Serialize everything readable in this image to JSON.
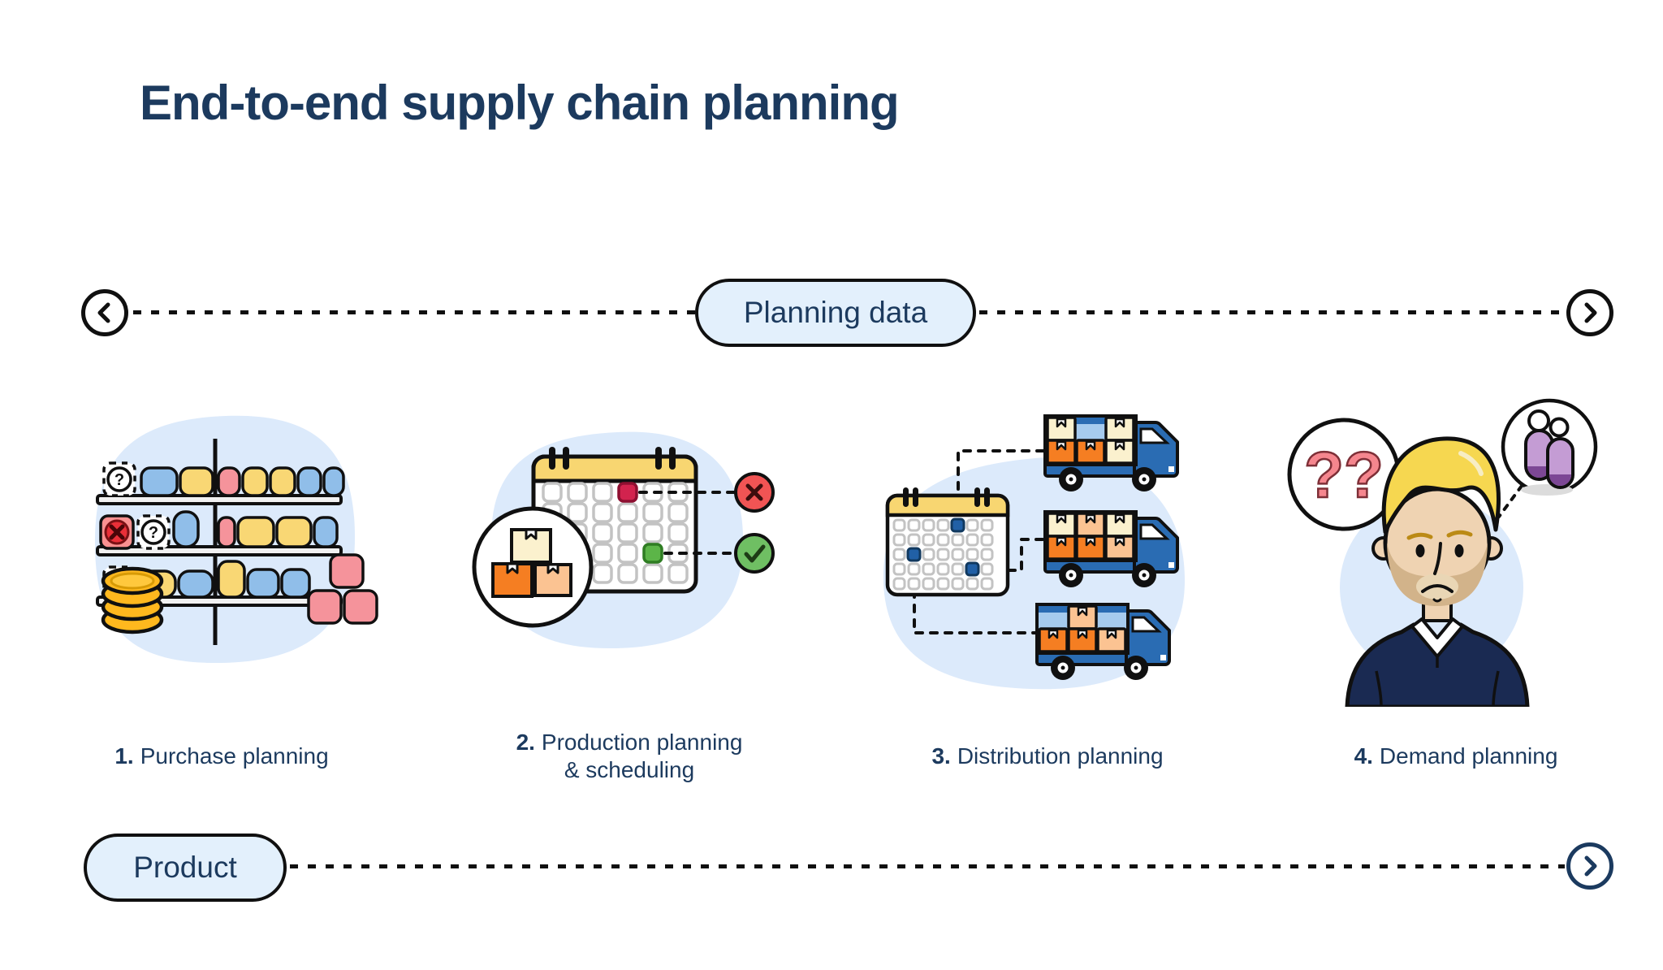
{
  "title": "End-to-end supply chain planning",
  "top_flow": {
    "pill_label": "Planning data",
    "left_arrow_icon": "chevron-left",
    "right_arrow_icon": "chevron-right"
  },
  "bottom_flow": {
    "pill_label": "Product",
    "right_arrow_icon": "chevron-right"
  },
  "stages": [
    {
      "number": "1.",
      "label": "Purchase planning",
      "illustration": "warehouse-shelves-with-stock-gaps-and-coins"
    },
    {
      "number": "2.",
      "label": "Production planning",
      "label_line2": "& scheduling",
      "illustration": "calendar-with-rejected-and-approved-dates-and-boxes"
    },
    {
      "number": "3.",
      "label": "Distribution planning",
      "illustration": "calendar-scheduling-three-delivery-trucks"
    },
    {
      "number": "4.",
      "label": "Demand planning",
      "illustration": "planner-with-question-marks-and-product-thought-bubble"
    }
  ],
  "glyphs": {
    "question_mark": "?",
    "double_question": "??"
  },
  "colors": {
    "navy_text": "#1C3A5E",
    "outline_black": "#101010",
    "pill_fill": "#E3F0FC",
    "blob_fill": "#DCEAFB",
    "block_blue": "#90BEE9",
    "block_yellow": "#F9D774",
    "block_pink": "#F5939B",
    "coin_gold": "#FFB81E",
    "calendar_header_yellow": "#F8D671",
    "rejected_red": "#D2234E",
    "approved_green": "#5CB548",
    "error_circle_red": "#F15454",
    "ok_circle_green": "#6FBF63",
    "truck_blue": "#2A6CB3",
    "cargo_light_blue": "#A6CBEE",
    "box_orange": "#F57E22",
    "box_cream": "#FBF1CE",
    "box_light_orange": "#FBC392",
    "hair_blond": "#F6D750",
    "skin": "#EFD3B2",
    "beard_tan": "#D2B38A",
    "sweater_navy": "#1A2A52",
    "question_pink": "#F5868E",
    "product_purple_light": "#C49CD4",
    "product_purple_dark": "#7C4795"
  }
}
